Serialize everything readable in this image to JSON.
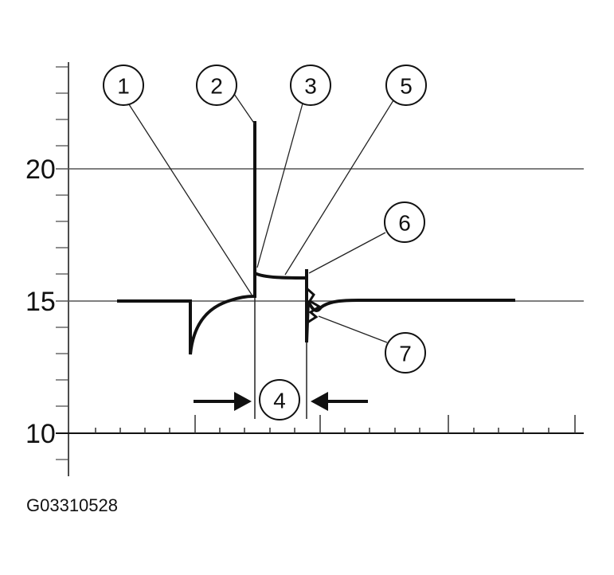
{
  "axis": {
    "y_labels": [
      {
        "value": 20,
        "text": "20"
      },
      {
        "value": 15,
        "text": "15"
      },
      {
        "value": 10,
        "text": "10"
      }
    ]
  },
  "callouts": [
    {
      "id": "callout-1",
      "label": "1"
    },
    {
      "id": "callout-2",
      "label": "2"
    },
    {
      "id": "callout-3",
      "label": "3"
    },
    {
      "id": "callout-4",
      "label": "4"
    },
    {
      "id": "callout-5",
      "label": "5"
    },
    {
      "id": "callout-6",
      "label": "6"
    },
    {
      "id": "callout-7",
      "label": "7"
    }
  ],
  "figure_id": "G03310528",
  "colors": {
    "ink": "#111111",
    "gridline": "#555555",
    "background": "#ffffff"
  }
}
